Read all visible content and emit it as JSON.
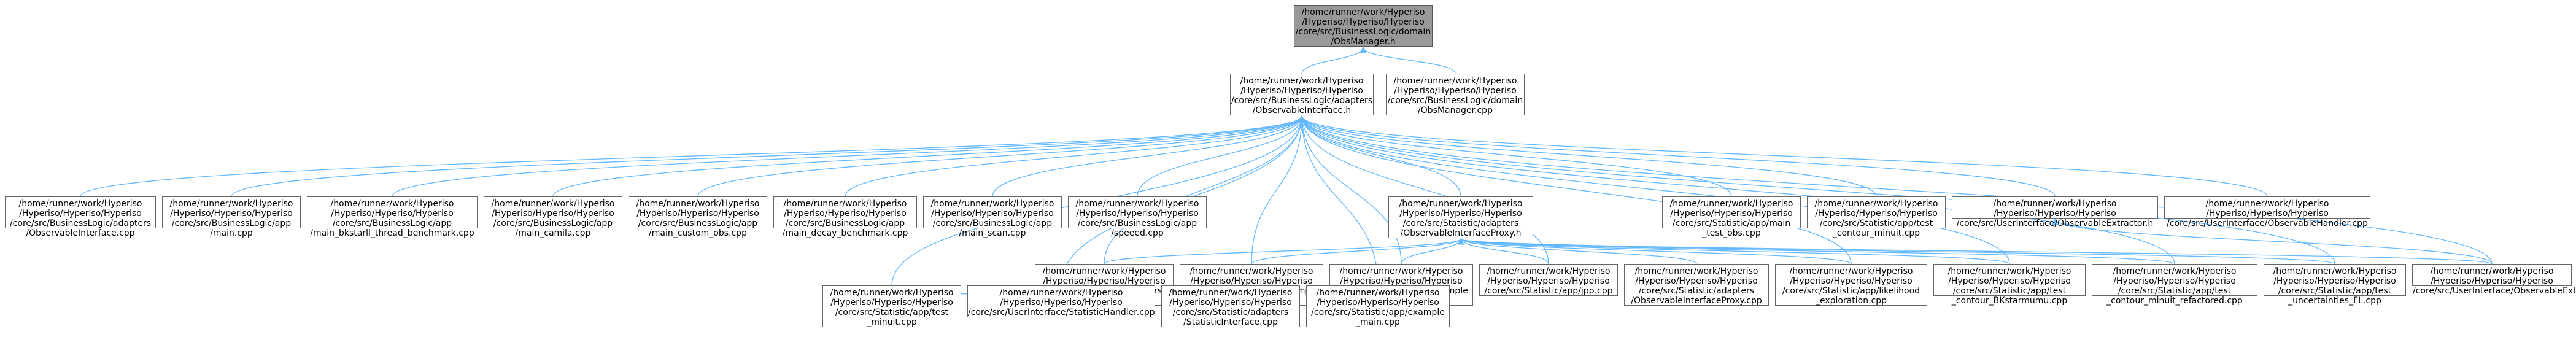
{
  "graph": {
    "edge_color": "#63b8ff",
    "nodes": [
      {
        "id": "root",
        "label": "/home/runner/work/Hyperiso\n/Hyperiso/Hyperiso/Hyperiso\n/core/src/BusinessLogic/domain\n/ObsManager.h",
        "highlighted": true
      },
      {
        "id": "obsif",
        "label": "/home/runner/work/Hyperiso\n/Hyperiso/Hyperiso/Hyperiso\n/core/src/BusinessLogic/adapters\n/ObservableInterface.h"
      },
      {
        "id": "obsmgrcpp",
        "label": "/home/runner/work/Hyperiso\n/Hyperiso/Hyperiso/Hyperiso\n/core/src/BusinessLogic/domain\n/ObsManager.cpp"
      },
      {
        "id": "a1",
        "label": "/home/runner/work/Hyperiso\n/Hyperiso/Hyperiso/Hyperiso\n/core/src/BusinessLogic/adapters\n/ObservableInterface.cpp"
      },
      {
        "id": "a2",
        "label": "/home/runner/work/Hyperiso\n/Hyperiso/Hyperiso/Hyperiso\n/core/src/BusinessLogic/app\n/main.cpp"
      },
      {
        "id": "a3",
        "label": "/home/runner/work/Hyperiso\n/Hyperiso/Hyperiso/Hyperiso\n/core/src/BusinessLogic/app\n/main_bkstarll_thread_benchmark.cpp"
      },
      {
        "id": "a4",
        "label": "/home/runner/work/Hyperiso\n/Hyperiso/Hyperiso/Hyperiso\n/core/src/BusinessLogic/app\n/main_camila.cpp"
      },
      {
        "id": "a5",
        "label": "/home/runner/work/Hyperiso\n/Hyperiso/Hyperiso/Hyperiso\n/core/src/BusinessLogic/app\n/main_custom_obs.cpp"
      },
      {
        "id": "a6",
        "label": "/home/runner/work/Hyperiso\n/Hyperiso/Hyperiso/Hyperiso\n/core/src/BusinessLogic/app\n/main_decay_benchmark.cpp"
      },
      {
        "id": "a7",
        "label": "/home/runner/work/Hyperiso\n/Hyperiso/Hyperiso/Hyperiso\n/core/src/BusinessLogic/app\n/main_scan.cpp"
      },
      {
        "id": "a8",
        "label": "/home/runner/work/Hyperiso\n/Hyperiso/Hyperiso/Hyperiso\n/core/src/BusinessLogic/app\n/speeed.cpp"
      },
      {
        "id": "proxy",
        "label": "/home/runner/work/Hyperiso\n/Hyperiso/Hyperiso/Hyperiso\n/core/src/Statistic/adapters\n/ObservableInterfaceProxy.h"
      },
      {
        "id": "a10",
        "label": "/home/runner/work/Hyperiso\n/Hyperiso/Hyperiso/Hyperiso\n/core/src/Statistic/app/main\n_test_obs.cpp"
      },
      {
        "id": "a11",
        "label": "/home/runner/work/Hyperiso\n/Hyperiso/Hyperiso/Hyperiso\n/core/src/Statistic/app/test\n_contour_minuit.cpp"
      },
      {
        "id": "extractorh",
        "label": "/home/runner/work/Hyperiso\n/Hyperiso/Hyperiso/Hyperiso\n/core/src/UserInterface/ObservableExtractor.h"
      },
      {
        "id": "handler",
        "label": "/home/runner/work/Hyperiso\n/Hyperiso/Hyperiso/Hyperiso\n/core/src/UserInterface/ObservableHandler.cpp"
      },
      {
        "id": "statif",
        "label": "/home/runner/work/Hyperiso\n/Hyperiso/Hyperiso/Hyperiso\n/core/src/Statistic/adapters\n/StatisticInterface.h"
      },
      {
        "id": "c2",
        "label": "/home/runner/work/Hyperiso\n/Hyperiso/Hyperiso/Hyperiso\n/core/src/Statistic/app/example\n_main_adapter.cpp"
      },
      {
        "id": "c3",
        "label": "/home/runner/work/Hyperiso\n/Hyperiso/Hyperiso/Hyperiso\n/core/src/Statistic/app/example\n_manager.cpp"
      },
      {
        "id": "c4",
        "label": "/home/runner/work/Hyperiso\n/Hyperiso/Hyperiso/Hyperiso\n/core/src/Statistic/app/jpp.cpp"
      },
      {
        "id": "c5",
        "label": "/home/runner/work/Hyperiso\n/Hyperiso/Hyperiso/Hyperiso\n/core/src/Statistic/adapters\n/ObservableInterfaceProxy.cpp"
      },
      {
        "id": "c6",
        "label": "/home/runner/work/Hyperiso\n/Hyperiso/Hyperiso/Hyperiso\n/core/src/Statistic/app/likelihood\n_exploration.cpp"
      },
      {
        "id": "c7",
        "label": "/home/runner/work/Hyperiso\n/Hyperiso/Hyperiso/Hyperiso\n/core/src/Statistic/app/test\n_contour_BKstarmumu.cpp"
      },
      {
        "id": "c8",
        "label": "/home/runner/work/Hyperiso\n/Hyperiso/Hyperiso/Hyperiso\n/core/src/Statistic/app/test\n_contour_minuit_refactored.cpp"
      },
      {
        "id": "c9",
        "label": "/home/runner/work/Hyperiso\n/Hyperiso/Hyperiso/Hyperiso\n/core/src/Statistic/app/test\n_uncertainties_FL.cpp"
      },
      {
        "id": "c10",
        "label": "/home/runner/work/Hyperiso\n/Hyperiso/Hyperiso/Hyperiso\n/core/src/UserInterface/ObservableExtractor.cpp"
      },
      {
        "id": "d1",
        "label": "/home/runner/work/Hyperiso\n/Hyperiso/Hyperiso/Hyperiso\n/core/src/Statistic/app/test\n_minuit.cpp"
      },
      {
        "id": "d2",
        "label": "/home/runner/work/Hyperiso\n/Hyperiso/Hyperiso/Hyperiso\n/core/src/UserInterface/StatisticHandler.cpp"
      },
      {
        "id": "d3",
        "label": "/home/runner/work/Hyperiso\n/Hyperiso/Hyperiso/Hyperiso\n/core/src/Statistic/adapters\n/StatisticInterface.cpp"
      },
      {
        "id": "d4",
        "label": "/home/runner/work/Hyperiso\n/Hyperiso/Hyperiso/Hyperiso\n/core/src/Statistic/app/example\n_main.cpp"
      }
    ],
    "edges": [
      [
        "obsif",
        "root"
      ],
      [
        "obsmgrcpp",
        "root"
      ],
      [
        "a1",
        "obsif"
      ],
      [
        "a2",
        "obsif"
      ],
      [
        "a3",
        "obsif"
      ],
      [
        "a4",
        "obsif"
      ],
      [
        "a5",
        "obsif"
      ],
      [
        "a6",
        "obsif"
      ],
      [
        "a7",
        "obsif"
      ],
      [
        "a8",
        "obsif"
      ],
      [
        "proxy",
        "obsif"
      ],
      [
        "a10",
        "obsif"
      ],
      [
        "a11",
        "obsif"
      ],
      [
        "extractorh",
        "obsif"
      ],
      [
        "handler",
        "obsif"
      ],
      [
        "statif",
        "obsif"
      ],
      [
        "c2",
        "obsif"
      ],
      [
        "c3",
        "obsif"
      ],
      [
        "c4",
        "obsif"
      ],
      [
        "c6",
        "obsif"
      ],
      [
        "c7",
        "obsif"
      ],
      [
        "c8",
        "obsif"
      ],
      [
        "c9",
        "obsif"
      ],
      [
        "c10",
        "obsif"
      ],
      [
        "d1",
        "obsif"
      ],
      [
        "d2",
        "obsif"
      ],
      [
        "d4",
        "obsif"
      ],
      [
        "statif",
        "proxy"
      ],
      [
        "c2",
        "proxy"
      ],
      [
        "c3",
        "proxy"
      ],
      [
        "c4",
        "proxy"
      ],
      [
        "c5",
        "proxy"
      ],
      [
        "c6",
        "proxy"
      ],
      [
        "c7",
        "proxy"
      ],
      [
        "c8",
        "proxy"
      ],
      [
        "c9",
        "proxy"
      ],
      [
        "c10",
        "proxy"
      ],
      [
        "c10",
        "extractorh"
      ],
      [
        "d1",
        "statif"
      ],
      [
        "d2",
        "statif"
      ],
      [
        "d3",
        "statif"
      ],
      [
        "d4",
        "statif"
      ]
    ]
  }
}
